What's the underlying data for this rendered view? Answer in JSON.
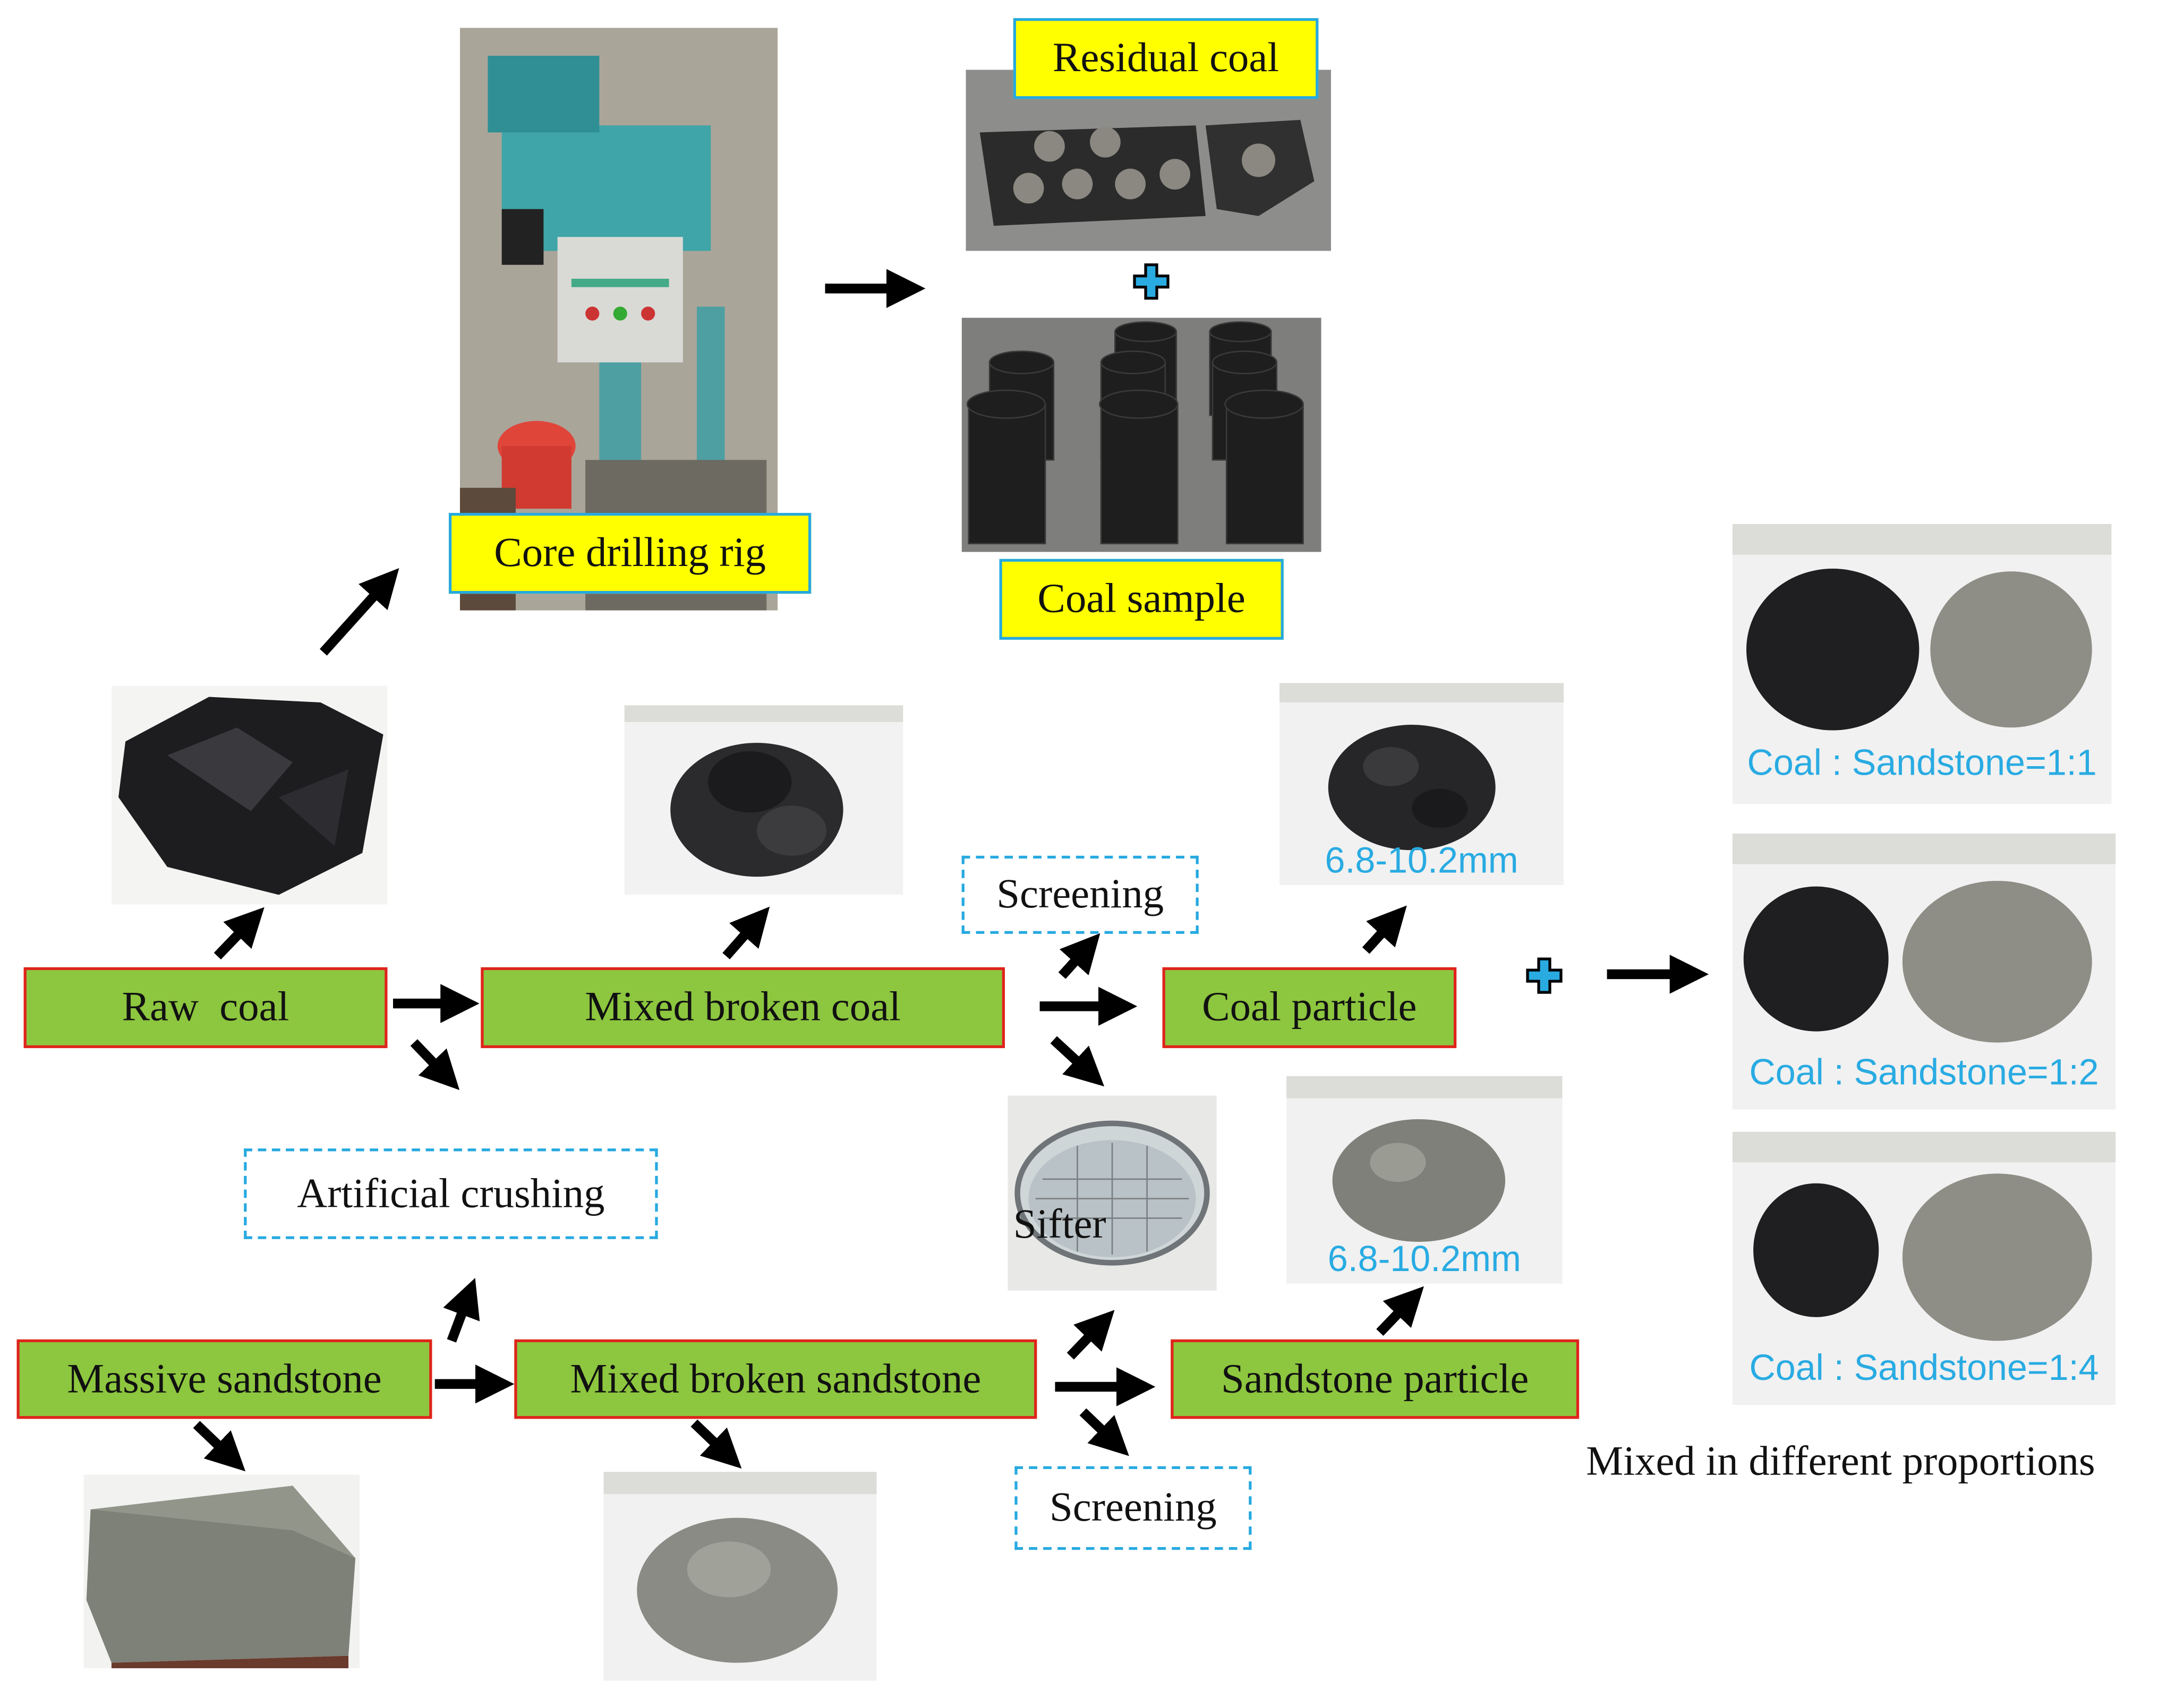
{
  "labels": {
    "core_drilling_rig": "Core drilling rig",
    "residual_coal": "Residual coal",
    "coal_sample": "Coal sample",
    "raw_coal": "Raw  coal",
    "mixed_broken_coal": "Mixed broken coal",
    "coal_particle": "Coal particle",
    "screening_top": "Screening",
    "screening_bottom": "Screening",
    "artificial_crushing": "Artificial crushing",
    "sifter": "Sifter",
    "massive_sandstone": "Massive sandstone",
    "mixed_broken_sandstone": "Mixed broken sandstone",
    "sandstone_particle": "Sandstone particle",
    "coal_size": "6.8-10.2mm",
    "sandstone_size": "6.8-10.2mm",
    "ratio_1_1": "Coal : Sandstone=1:1",
    "ratio_1_2": "Coal : Sandstone=1:2",
    "ratio_1_4": "Coal : Sandstone=1:4",
    "mixed_caption": "Mixed in different proportions"
  },
  "colors": {
    "process_box": "#8dc63f",
    "process_border": "#e0231c",
    "photo_label": "#ffff00",
    "accent_blue": "#29abe2",
    "arrow": "#000000"
  }
}
